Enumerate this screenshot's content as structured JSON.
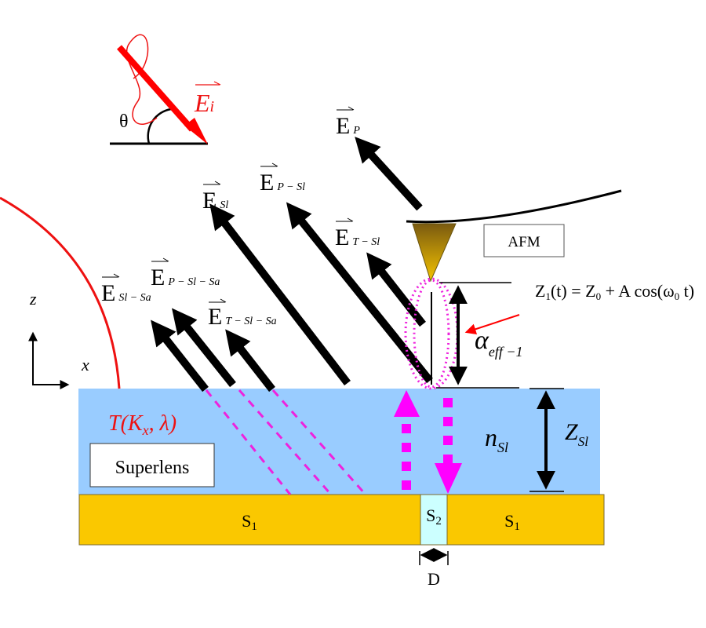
{
  "diagram": {
    "incident": {
      "angle_symbol": "θ",
      "field_label_main": "E",
      "field_label_sub": "i"
    },
    "fields": {
      "E_P": {
        "main": "E",
        "sub": "P"
      },
      "E_P_Sl": {
        "main": "E",
        "sub": "P − Sl"
      },
      "E_Sl": {
        "main": "E",
        "sub": "Sl"
      },
      "E_T_Sl": {
        "main": "E",
        "sub": "T − Sl"
      },
      "E_Sl_Sa": {
        "main": "E",
        "sub": "Sl − Sa"
      },
      "E_P_Sl_Sa": {
        "main": "E",
        "sub": "P − Sl − Sa"
      },
      "E_T_Sl_Sa": {
        "main": "E",
        "sub": "T − Sl − Sa"
      }
    },
    "axes": {
      "z": "z",
      "x": "x"
    },
    "afm_label": "AFM",
    "equation": "Z₁(t) = Z₀ + A cos(ω₀ t)",
    "equation_parts": {
      "lhs": "Z",
      "lhs_sub": "1",
      "lhs_arg": "(t) = Z",
      "z0_sub": "0",
      "rhs": " + A cos(ω",
      "w_sub": "0",
      "rhs_end": " t)"
    },
    "alpha": {
      "main": "α",
      "sub": "eff −1"
    },
    "transfer_function": "T(Kₓ, λ)",
    "transfer_parts": {
      "pre": "T(K",
      "sub": "x",
      "post": ", λ)"
    },
    "superlens_label": "Superlens",
    "n_sl": {
      "main": "n",
      "sub": "Sl"
    },
    "z_sl": {
      "main": "Z",
      "sub": "Sl"
    },
    "substrate": {
      "s1_left": {
        "main": "S",
        "sub": "1"
      },
      "s2": {
        "main": "S",
        "sub": "2"
      },
      "s1_right": {
        "main": "S",
        "sub": "1"
      }
    },
    "gap_label": "D",
    "colors": {
      "superlens_fill": "#99ccff",
      "substrate_fill": "#fac800",
      "gap_fill": "#ccffff",
      "incident_red": "#ff0000",
      "near_field_magenta": "#ff00ff",
      "arrow_black": "#000000"
    }
  }
}
